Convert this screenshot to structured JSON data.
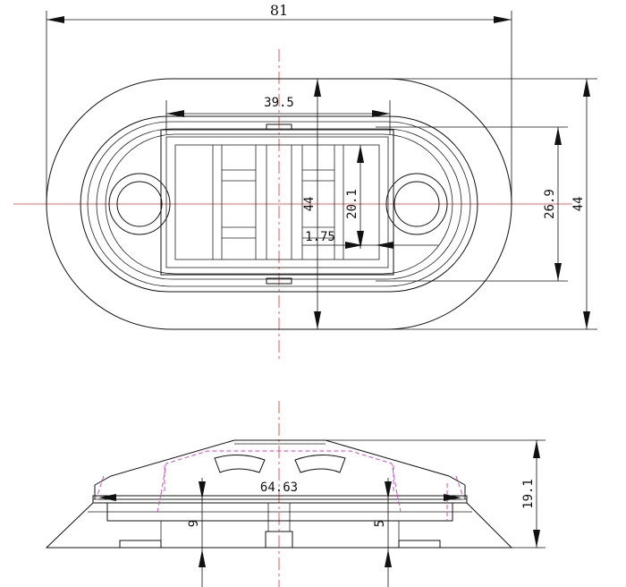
{
  "dimensions": {
    "overall_length": "81",
    "inner_width": "39.5",
    "center_height": "44",
    "inner_height": "20.1",
    "small_offset": "1.75",
    "slot_height": "26.9",
    "outer_height": "44",
    "side_span": "64.63",
    "side_height": "19.1",
    "left_depth": "9",
    "right_depth": "5"
  },
  "colors": {
    "centerline": "#e03030",
    "hidden_line": "#d040c0",
    "outline": "#111111"
  }
}
